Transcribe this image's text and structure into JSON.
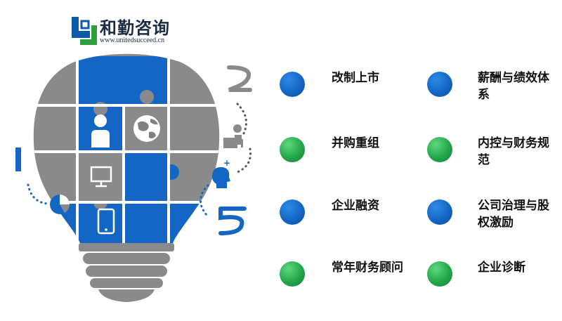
{
  "logo": {
    "title": "和勤咨询",
    "url": "www.unitedsucceed.cn"
  },
  "icons": [
    "person-icon",
    "globe-icon",
    "monitor-icon",
    "tablet-icon",
    "lightbulb-icon",
    "pie-chart-icon",
    "desk-worker-icon",
    "head-idea-icon"
  ],
  "services": {
    "left": [
      {
        "label": "改制上市",
        "color": "blue"
      },
      {
        "label": "并购重组",
        "color": "green"
      },
      {
        "label": "企业融资",
        "color": "blue"
      },
      {
        "label": "常年财务顾问",
        "color": "green"
      }
    ],
    "right": [
      {
        "label": "薪酬与绩效体系",
        "color": "blue"
      },
      {
        "label": "内控与财务规范",
        "color": "green"
      },
      {
        "label": "公司治理与股权激励",
        "color": "blue"
      },
      {
        "label": "企业诊断",
        "color": "green"
      }
    ]
  },
  "colors": {
    "blue": "#1466c4",
    "green": "#23a64a",
    "gray": "#808080",
    "navy": "#1c2a44"
  }
}
